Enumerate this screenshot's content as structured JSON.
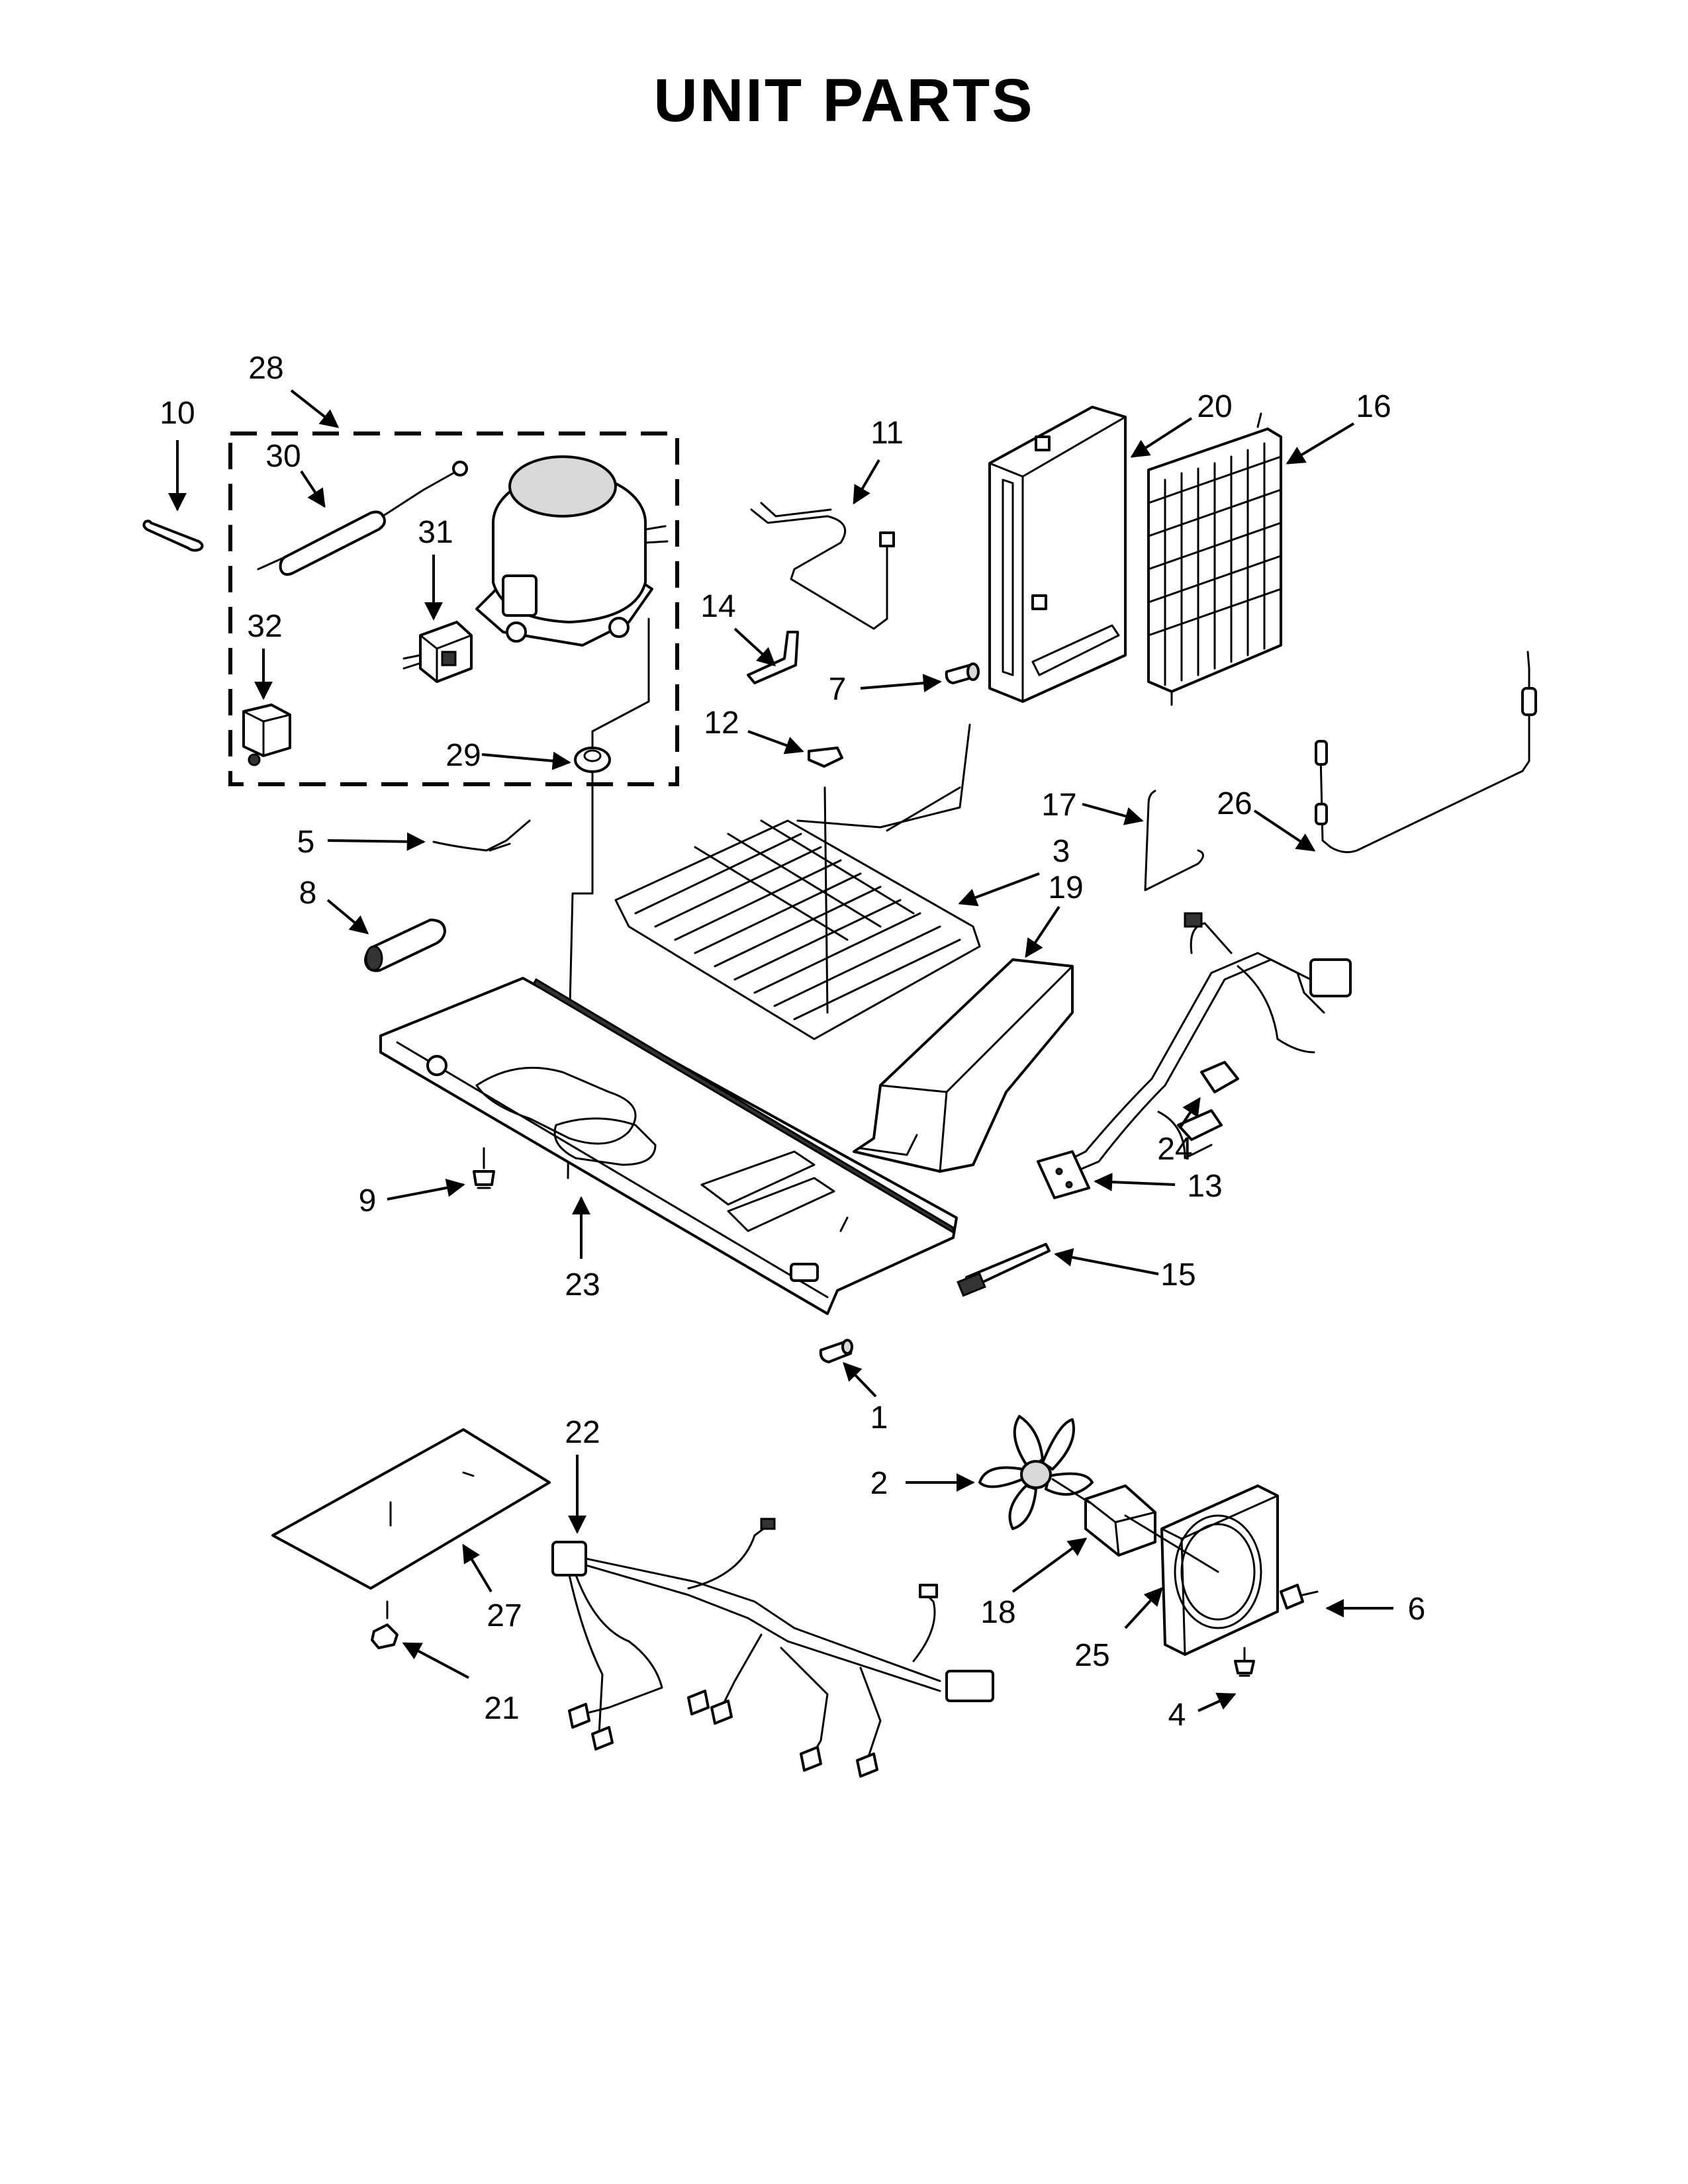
{
  "title": "UNIT PARTS",
  "callouts": [
    {
      "id": "1",
      "part": "part-1"
    },
    {
      "id": "2",
      "part": "part-2"
    },
    {
      "id": "3",
      "part": "part-3"
    },
    {
      "id": "4",
      "part": "part-4"
    },
    {
      "id": "5",
      "part": "part-5"
    },
    {
      "id": "6",
      "part": "part-6"
    },
    {
      "id": "7",
      "part": "part-7"
    },
    {
      "id": "8",
      "part": "part-8"
    },
    {
      "id": "9",
      "part": "part-9"
    },
    {
      "id": "10",
      "part": "part-10"
    },
    {
      "id": "11",
      "part": "part-11"
    },
    {
      "id": "12",
      "part": "part-12"
    },
    {
      "id": "13",
      "part": "part-13"
    },
    {
      "id": "14",
      "part": "part-14"
    },
    {
      "id": "15",
      "part": "part-15"
    },
    {
      "id": "16",
      "part": "part-16"
    },
    {
      "id": "17",
      "part": "part-17"
    },
    {
      "id": "18",
      "part": "part-18"
    },
    {
      "id": "19",
      "part": "part-19"
    },
    {
      "id": "20",
      "part": "part-20"
    },
    {
      "id": "21",
      "part": "part-21"
    },
    {
      "id": "22",
      "part": "part-22"
    },
    {
      "id": "23",
      "part": "part-23"
    },
    {
      "id": "24",
      "part": "part-24"
    },
    {
      "id": "25",
      "part": "part-25"
    },
    {
      "id": "26",
      "part": "part-26"
    },
    {
      "id": "27",
      "part": "part-27"
    },
    {
      "id": "28",
      "part": "assembly-28"
    },
    {
      "id": "29",
      "part": "part-29"
    },
    {
      "id": "30",
      "part": "part-30"
    },
    {
      "id": "31",
      "part": "part-31"
    },
    {
      "id": "32",
      "part": "part-32"
    }
  ]
}
